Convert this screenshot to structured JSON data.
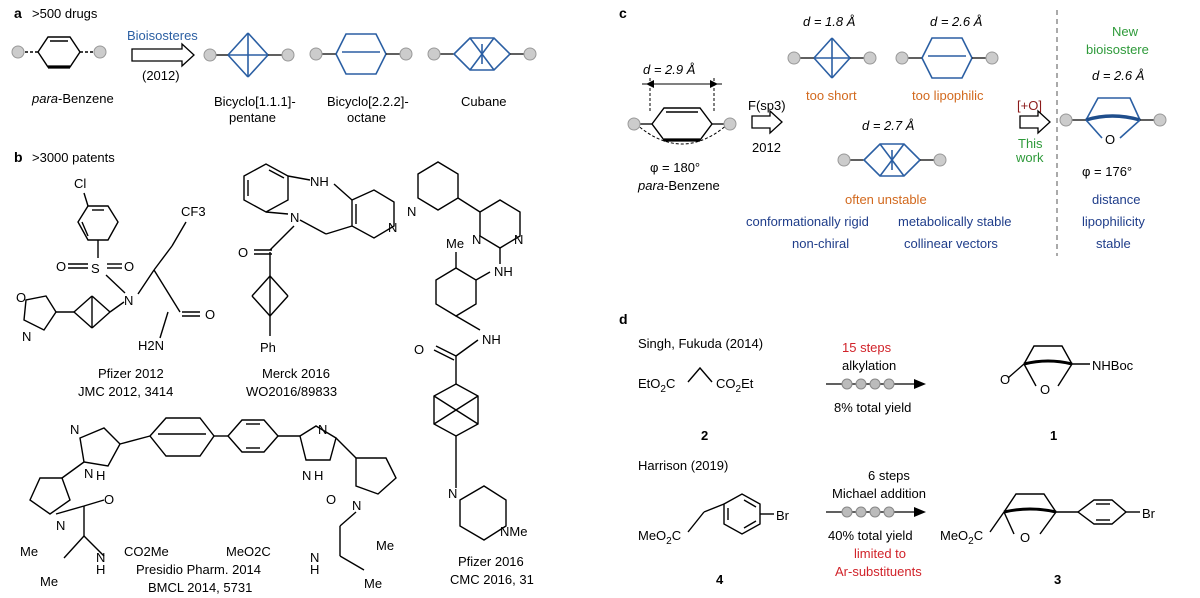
{
  "panel_a": {
    "label": "a",
    "title": ">500 drugs",
    "arrow_label_top": "Bioisosteres",
    "arrow_label_bottom": "(2012)",
    "benzene_prefix": "para",
    "benzene_suffix": "-Benzene",
    "bcp_line1": "Bicyclo[1.1.1]-",
    "bcp_line2": "pentane",
    "bco_line1": "Bicyclo[2.2.2]-",
    "bco_line2": "octane",
    "cubane": "Cubane"
  },
  "panel_b": {
    "label": "b",
    "title": ">3000 patents",
    "pfizer2012_line1": "Pfizer 2012",
    "pfizer2012_line2": "JMC 2012, 3414",
    "merck_line1": "Merck 2016",
    "merck_line2": "WO2016/89833",
    "presidio_line1": "Presidio Pharm. 2014",
    "presidio_line2": "BMCL 2014, 5731",
    "pfizer2016_line1": "Pfizer 2016",
    "pfizer2016_line2": "CMC 2016, 31",
    "atoms": {
      "cl": "Cl",
      "cf3": "CF3",
      "s": "S",
      "o": "O",
      "n": "N",
      "h2n": "H2N",
      "nh": "NH",
      "ph": "Ph",
      "me": "Me",
      "nme": "NMe",
      "co2me": "CO2Me",
      "meo2c": "MeO2C",
      "h": "H"
    }
  },
  "panel_c": {
    "label": "c",
    "d_benzene": "d = 2.9 Å",
    "phi_benzene": "φ = 180°",
    "benzene_prefix": "para",
    "benzene_suffix": "-Benzene",
    "arrow1_top": "F(sp3)",
    "arrow1_bottom": "2012",
    "d_bcp": "d = 1.8 Å",
    "d_bco": "d = 2.6 Å",
    "d_cubane": "d = 2.7 Å",
    "too_short": "too short",
    "too_lipophilic": "too lipophilic",
    "often_unstable": "often unstable",
    "conf_rigid": "conformationally rigid",
    "non_chiral": "non-chiral",
    "met_stable": "metabolically stable",
    "collinear": "collinear vectors",
    "arrow2_top": "[+O]",
    "arrow2_line1": "This",
    "arrow2_line2": "work",
    "new_line1": "New",
    "new_line2": "bioisostere",
    "d_new": "d = 2.6 Å",
    "phi_new": "φ = 176°",
    "distance": "distance",
    "lipophilicity": "lipophilicity",
    "stable": "stable",
    "o_atom": "O"
  },
  "panel_d": {
    "label": "d",
    "route1_author": "Singh, Fukuda (2014)",
    "route1_steps": "15 steps",
    "route1_rxn": "alkylation",
    "route1_yield": "8% total yield",
    "route1_sm": "EtO2C   CO2Et",
    "route1_sm_num": "2",
    "route1_prod_num": "1",
    "route1_nhboc": "NHBoc",
    "route2_author": "Harrison (2019)",
    "route2_steps": "6 steps",
    "route2_rxn": "Michael addition",
    "route2_yield": "40% total yield",
    "route2_limit1": "limited to",
    "route2_limit2": "Ar-substituents",
    "route2_sm_num": "4",
    "route2_prod_num": "3",
    "meo2c": "MeO2C",
    "br": "Br",
    "o_atom": "O"
  }
}
